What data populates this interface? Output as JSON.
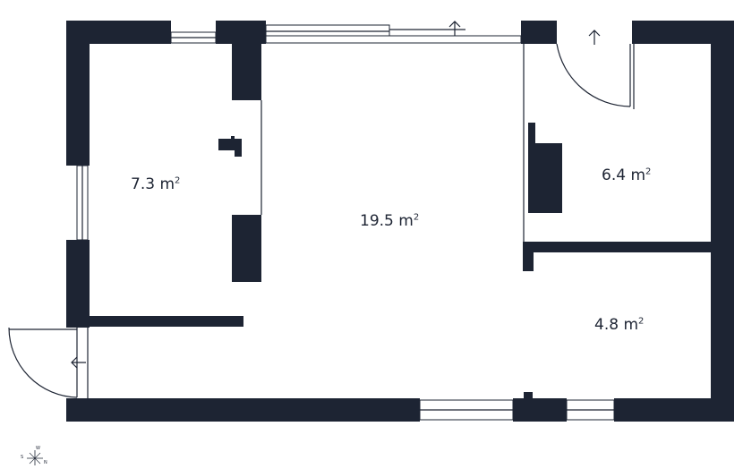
{
  "rooms": [
    {
      "id": "room-a",
      "area": "7.3",
      "unit": "m",
      "exp": "2"
    },
    {
      "id": "room-b",
      "area": "19.5",
      "unit": "m",
      "exp": "2"
    },
    {
      "id": "room-c",
      "area": "6.4",
      "unit": "m",
      "exp": "2"
    },
    {
      "id": "room-d",
      "area": "4.8",
      "unit": "m",
      "exp": "2"
    }
  ],
  "compass": {
    "south": "S",
    "west": "W",
    "north": "N"
  },
  "colors": {
    "wall": "#1d2433",
    "background": "#ffffff"
  }
}
